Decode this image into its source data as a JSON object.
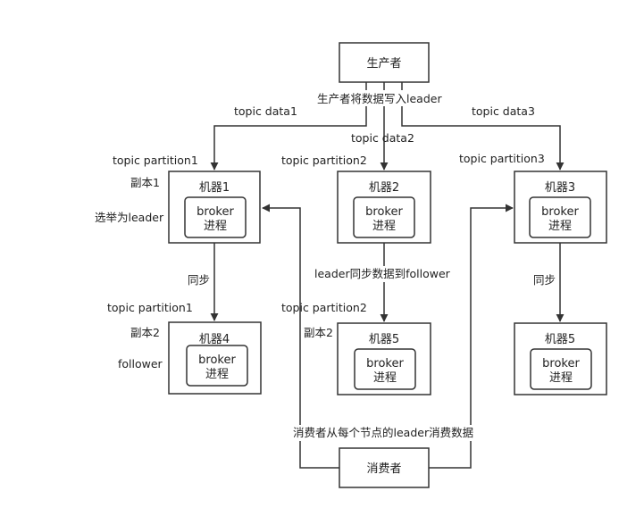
{
  "nodes": {
    "producer": "生产者",
    "consumer": "消费者",
    "m1": {
      "title": "机器1",
      "line1": "broker",
      "line2": "进程"
    },
    "m2": {
      "title": "机器2",
      "line1": "broker",
      "line2": "进程"
    },
    "m3": {
      "title": "机器3",
      "line1": "broker",
      "line2": "进程"
    },
    "m4": {
      "title": "机器4",
      "line1": "broker",
      "line2": "进程"
    },
    "m5a": {
      "title": "机器5",
      "line1": "broker",
      "line2": "进程"
    },
    "m5b": {
      "title": "机器5",
      "line1": "broker",
      "line2": "进程"
    }
  },
  "labels": {
    "producer_write": "生产者将数据写入leader",
    "topic_data1": "topic data1",
    "topic_data2": "topic data2",
    "topic_data3": "topic data3",
    "tp1_top": "topic partition1",
    "tp2_top": "topic partition2",
    "tp3_top": "topic partition3",
    "replica1": "副本1",
    "elect_leader": "选举为leader",
    "sync_left": "同步",
    "leader_sync": "leader同步数据到follower",
    "sync_right": "同步",
    "tp1_bottom": "topic partition1",
    "tp2_bottom": "topic partition2",
    "replica2_left": "副本2",
    "follower": "follower",
    "replica2_mid": "副本2",
    "consumer_read": "消费者从每个节点的leader消费数据"
  },
  "colors": {
    "stroke": "#333333",
    "text": "#222222",
    "background": "#ffffff"
  }
}
